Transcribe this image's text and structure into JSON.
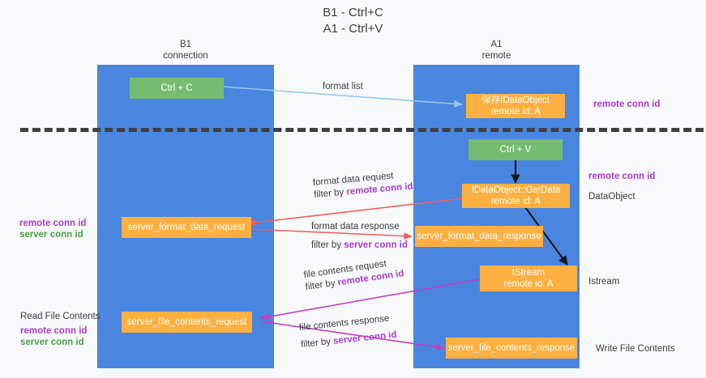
{
  "title": {
    "line1": "B1 - Ctrl+C",
    "line2": "A1 - Ctrl+V"
  },
  "columns": [
    {
      "name": "B1",
      "sub": "connection"
    },
    {
      "name": "A1",
      "sub": "remote"
    }
  ],
  "nodes": {
    "ctrl_c": {
      "label": "Ctrl + C",
      "color": "#76bb72"
    },
    "ctrl_v": {
      "label": "Ctrl + V",
      "color": "#76bb72"
    },
    "save_dataobject": {
      "line1": "保存IDataObject",
      "line2": "remote id: A",
      "color": "#fbb041"
    },
    "getdata": {
      "line1": "IDataObject::GetData",
      "line2": "remote id: A",
      "color": "#fbb041"
    },
    "istream": {
      "line1": "IStream",
      "line2": "remote id: A",
      "color": "#fbb041"
    },
    "server_format_data_request": {
      "label": "server_format_data_request",
      "color": "#fbb041"
    },
    "server_format_data_response": {
      "label": "server_format_data_response",
      "color": "#fbb041"
    },
    "server_file_contents_request": {
      "label": "server_file_contents_request",
      "color": "#fbb041"
    },
    "server_file_contents_response": {
      "label": "server_file_contents_response",
      "color": "#fbb041"
    }
  },
  "edges": {
    "format_list": {
      "label": "format list",
      "color": "#9fc6ea"
    },
    "format_data_request": {
      "line1": "format data request",
      "line2_prefix": "filter by ",
      "line2_key": "remote conn id",
      "color": "#ef5f5f"
    },
    "format_data_response": {
      "line1": "format data response",
      "line2_prefix": "filter by ",
      "line2_key": "server conn id",
      "color": "#ef5f5f"
    },
    "file_contents_request": {
      "line1": "file contents request",
      "line2_prefix": "filter by ",
      "line2_key": "remote conn id",
      "color": "#c23ec2"
    },
    "file_contents_response": {
      "line1": "file contents response",
      "line2_prefix": "filter by ",
      "line2_key": "server conn id",
      "color": "#c23ec2"
    }
  },
  "right_labels": {
    "remote_conn_id_top": "remote conn id",
    "remote_conn_id_mid": "remote conn id",
    "dataobject": "DataObject",
    "istream": "Istream",
    "write_file_contents": "Write File Contents"
  },
  "left_labels": {
    "remote_conn_id_mid": "remote conn id",
    "server_conn_id_mid": "server conn id",
    "read_file_contents": "Read File Contents",
    "remote_conn_id_bottom": "remote conn id",
    "server_conn_id_bottom": "server conn id"
  },
  "colors": {
    "lane": "#4a86e0",
    "green_node": "#76bb72",
    "orange_node": "#fbb041",
    "purple_text": "#a93bd1",
    "green_text": "#4a9e4a",
    "red_arrow": "#ef5f5f",
    "magenta_arrow": "#c23ec2",
    "light_blue_arrow": "#9fc6ea",
    "black_arrow": "#1a1a1a",
    "background": "#f8f9fa"
  }
}
